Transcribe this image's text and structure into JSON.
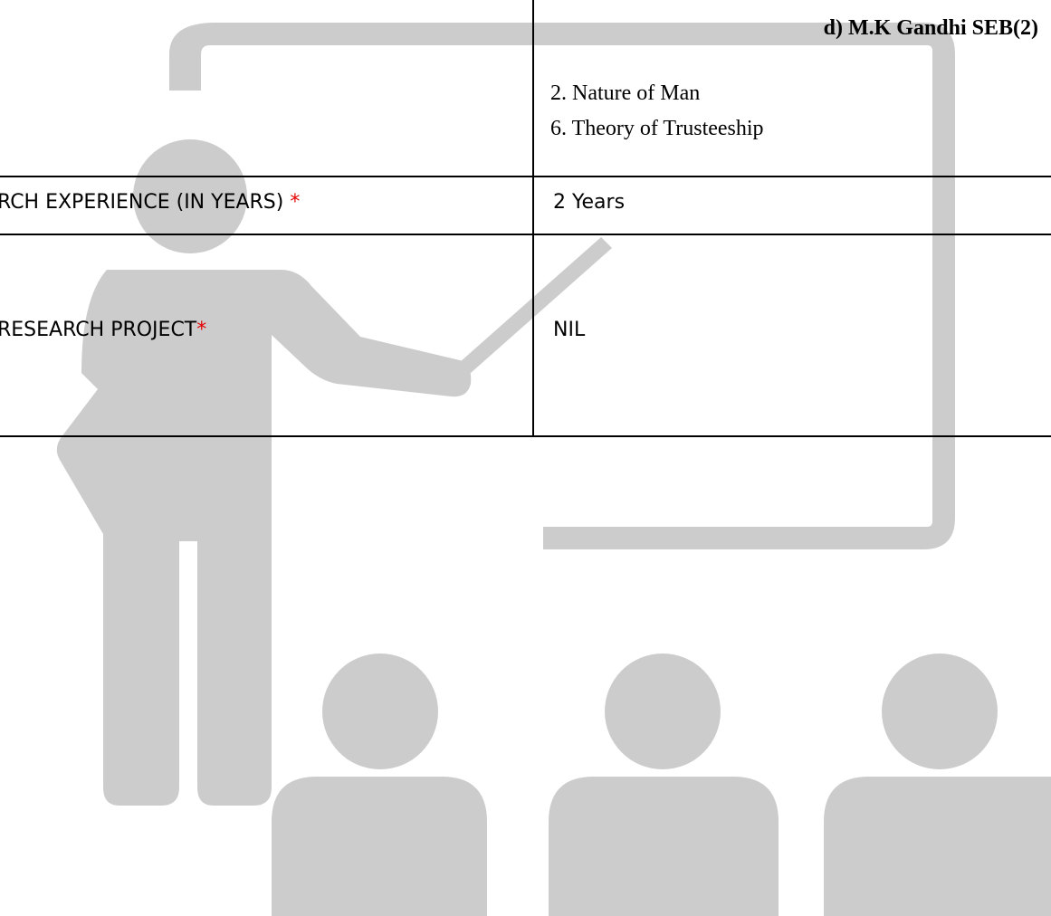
{
  "table": {
    "row1": {
      "right_heading": "d) M.K Gandhi SEB(2)",
      "right_items": [
        "2. Nature of Man",
        "6. Theory of Trusteeship"
      ]
    },
    "row2": {
      "label": "RCH EXPERIENCE (IN YEARS) ",
      "required_mark": "*",
      "value": "2 Years"
    },
    "row3": {
      "label": "RESEARCH PROJECT",
      "required_mark": "*",
      "value": "NIL"
    }
  },
  "watermark": {
    "icon": "teacher-presentation-icon",
    "color": "#cccccc"
  }
}
